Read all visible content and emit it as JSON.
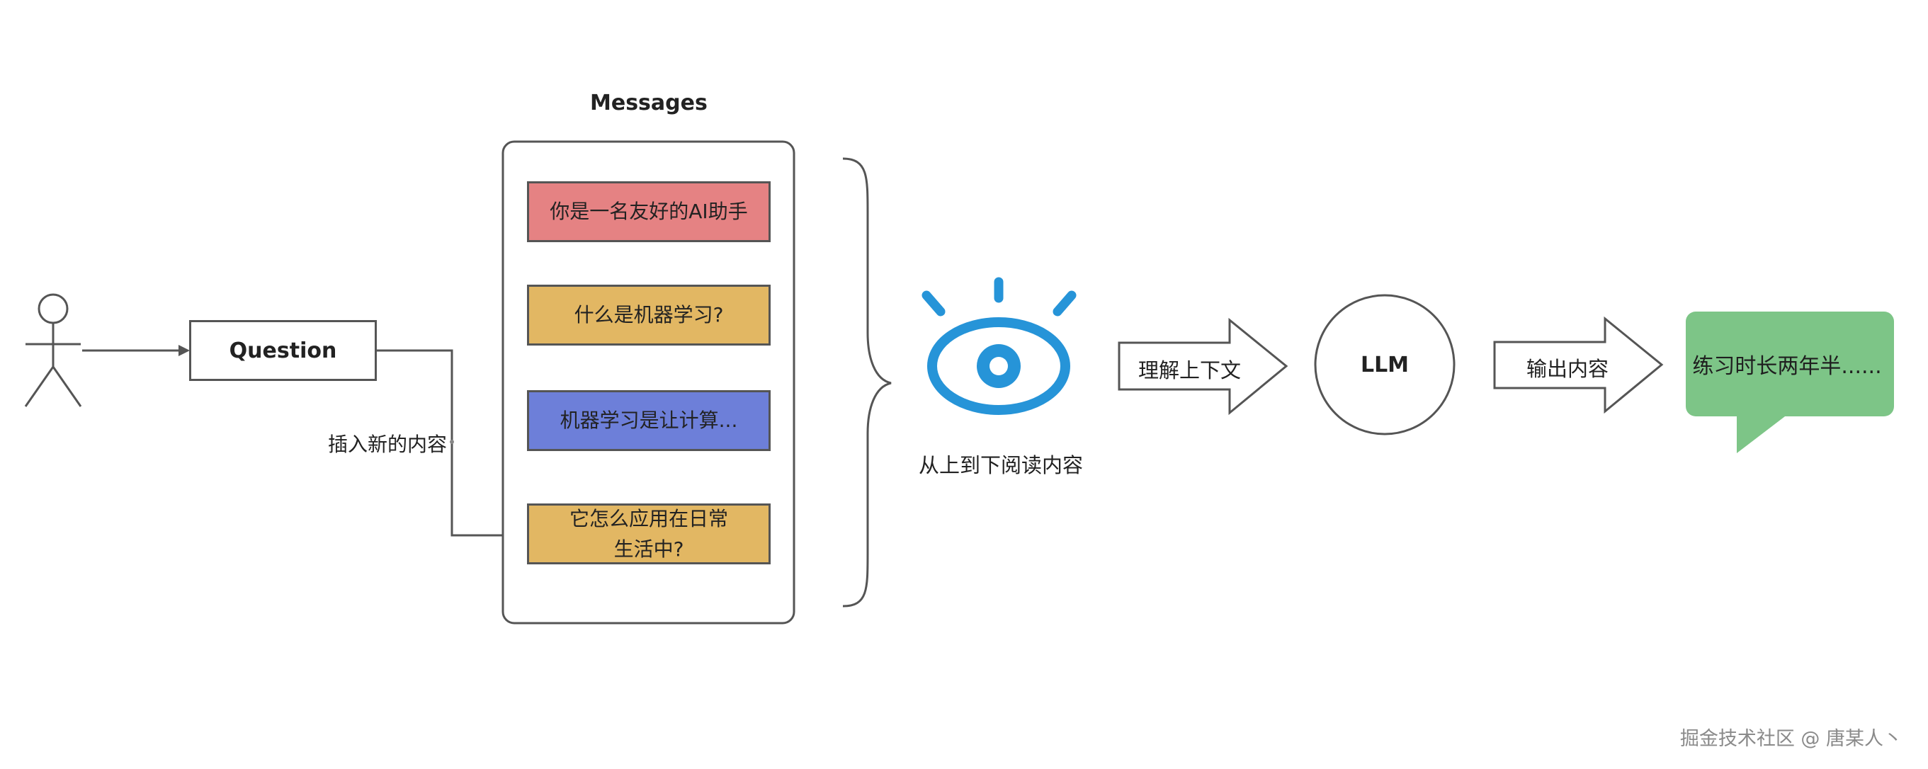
{
  "question": {
    "label": "Question"
  },
  "insert_label": "插入新的内容",
  "messages": {
    "title": "Messages",
    "items": [
      {
        "text": "你是一名友好的AI助手",
        "color": "#E58283"
      },
      {
        "text": "什么是机器学习?",
        "color": "#E2B763"
      },
      {
        "text": "机器学习是让计算...",
        "color": "#6D7FD9"
      },
      {
        "text": "它怎么应用在日常生活中?",
        "color": "#E2B763"
      }
    ]
  },
  "reader": {
    "caption": "从上到下阅读内容",
    "eye_color": "#2694D8"
  },
  "understand_label": "理解上下文",
  "llm_label": "LLM",
  "output_label": "输出内容",
  "response": {
    "text": "练习时长两年半......",
    "color": "#7DC587"
  },
  "watermark": "掘金技术社区 @ 唐某人丶"
}
